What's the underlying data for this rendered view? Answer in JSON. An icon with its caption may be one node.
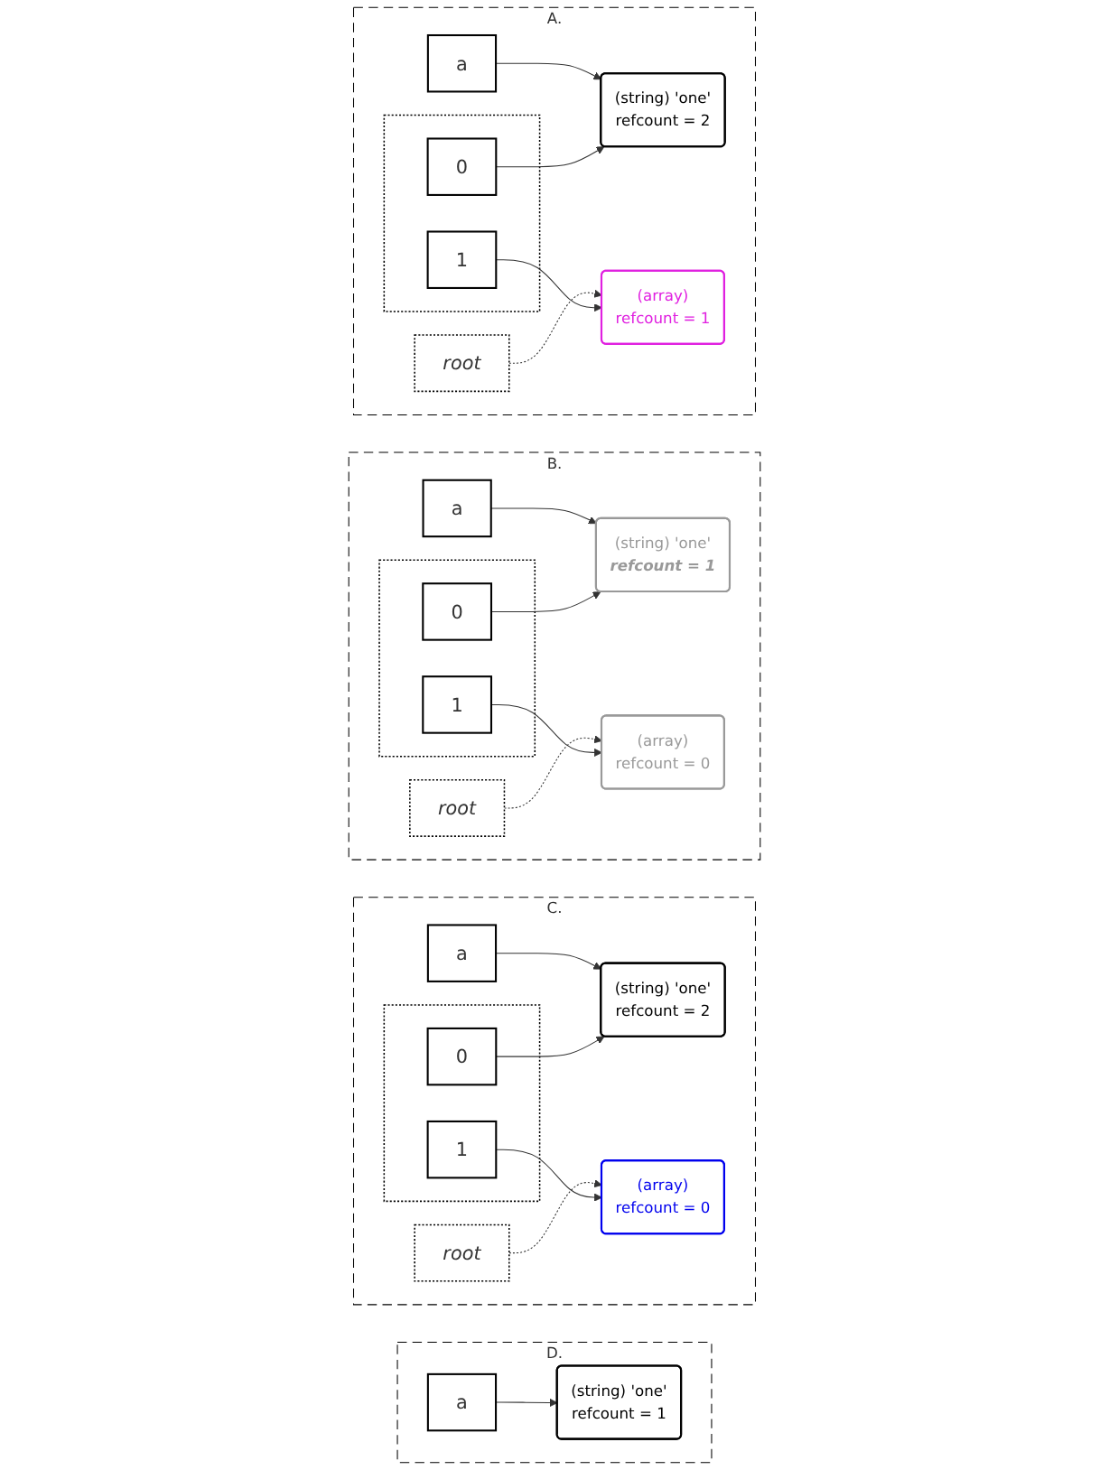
{
  "diagram": {
    "nodes": [
      {
        "text": [
          "A."
        ]
      },
      {
        "text": [
          "a"
        ],
        "in": 0
      },
      {
        "text": [
          "root"
        ],
        "in": 0
      },
      {
        "text": [
          "(array)",
          "refcount = 1"
        ],
        "in": 0
      },
      {
        "text": [],
        "shape": "box",
        "in": 0
      },
      {
        "text": [
          "0"
        ],
        "in": 4
      },
      {
        "text": [
          "1"
        ],
        "in": 4
      },
      {
        "text": [
          "(string) 'one'",
          "refcount = 2"
        ],
        "in": 0
      },
      {
        "text": [
          "B."
        ]
      },
      {
        "text": [
          "a"
        ],
        "in": 8
      },
      {
        "text": [
          "root"
        ],
        "in": 8
      },
      {
        "text": [
          "(array)",
          "refcount = 0"
        ],
        "in": 8
      },
      {
        "text": [],
        "shape": "box",
        "in": 8
      },
      {
        "text": [
          "0"
        ],
        "in": 12
      },
      {
        "text": [
          "1"
        ],
        "in": 12
      },
      {
        "text": [
          "(string) 'one'",
          "refcount = 1"
        ],
        "in": 8
      },
      {
        "text": [
          "C."
        ]
      },
      {
        "text": [
          "a"
        ],
        "in": 16
      },
      {
        "text": [
          "root"
        ],
        "in": 16
      },
      {
        "text": [
          "(array)",
          "refcount = 0"
        ],
        "in": 16
      },
      {
        "text": [],
        "shape": "box",
        "in": 16
      },
      {
        "text": [
          "0"
        ],
        "in": 20
      },
      {
        "text": [
          "1"
        ],
        "in": 20
      },
      {
        "text": [
          "(string) 'one'",
          "refcount = 2"
        ],
        "in": 16
      },
      {
        "text": [
          "D."
        ]
      },
      {
        "text": [
          "a"
        ],
        "in": 24
      },
      {
        "text": [
          "(string) 'one'",
          "refcount = 1"
        ],
        "in": 24
      }
    ],
    "edges": [
      {
        "from": 1,
        "to": 7,
        "arrow": "to"
      },
      {
        "from": 2,
        "to": 3,
        "arrow": "to",
        "style": "dashed"
      },
      {
        "from": 5,
        "to": 7,
        "arrow": "to"
      },
      {
        "from": 6,
        "to": 3,
        "arrow": "to"
      },
      {
        "from": 9,
        "to": 15,
        "arrow": "to"
      },
      {
        "from": 10,
        "to": 11,
        "arrow": "to",
        "style": "dashed"
      },
      {
        "from": 13,
        "to": 15,
        "arrow": "to"
      },
      {
        "from": 14,
        "to": 11,
        "arrow": "to"
      },
      {
        "from": 17,
        "to": 23,
        "arrow": "to"
      },
      {
        "from": 18,
        "to": 19,
        "arrow": "to",
        "style": "dashed"
      },
      {
        "from": 21,
        "to": 23,
        "arrow": "to"
      },
      {
        "from": 22,
        "to": 19,
        "arrow": "to"
      },
      {
        "from": 25,
        "to": 26,
        "arrow": "to"
      }
    ]
  }
}
